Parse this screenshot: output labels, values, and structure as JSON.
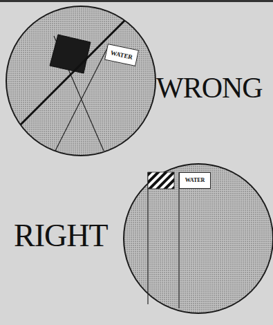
{
  "diagram": {
    "nodes": [
      {
        "text": [
          "WATER"
        ]
      },
      {
        "text": [
          "WATER"
        ]
      }
    ],
    "labels": [
      "WRONG",
      "RIGHT"
    ]
  }
}
